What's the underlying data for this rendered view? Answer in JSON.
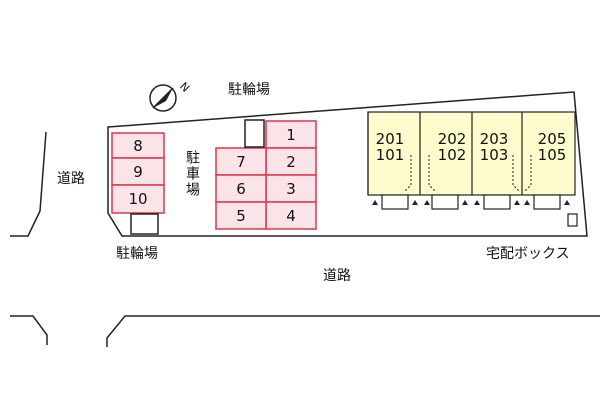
{
  "colors": {
    "parking_fill": "#fbe4e8",
    "parking_stroke": "#e0344c",
    "building_fill": "#fdfccc",
    "line": "#222222"
  },
  "compass": {
    "icon": "north-compass-icon",
    "label": "N"
  },
  "roads": {
    "left": "道路",
    "bottom": "道路"
  },
  "bicycle_parking": {
    "top": "駐輪場",
    "left_lot": "駐輪場"
  },
  "parking_label": "駐車場",
  "delivery_box": "宅配ボックス",
  "left_lot_spaces": [
    "8",
    "9",
    "10"
  ],
  "center_lot": {
    "right_column": [
      "1",
      "2",
      "3",
      "4"
    ],
    "left_column": [
      "7",
      "6",
      "5"
    ]
  },
  "units": [
    {
      "upper": "201",
      "lower": "101"
    },
    {
      "upper": "202",
      "lower": "102"
    },
    {
      "upper": "203",
      "lower": "103"
    },
    {
      "upper": "205",
      "lower": "105"
    }
  ]
}
